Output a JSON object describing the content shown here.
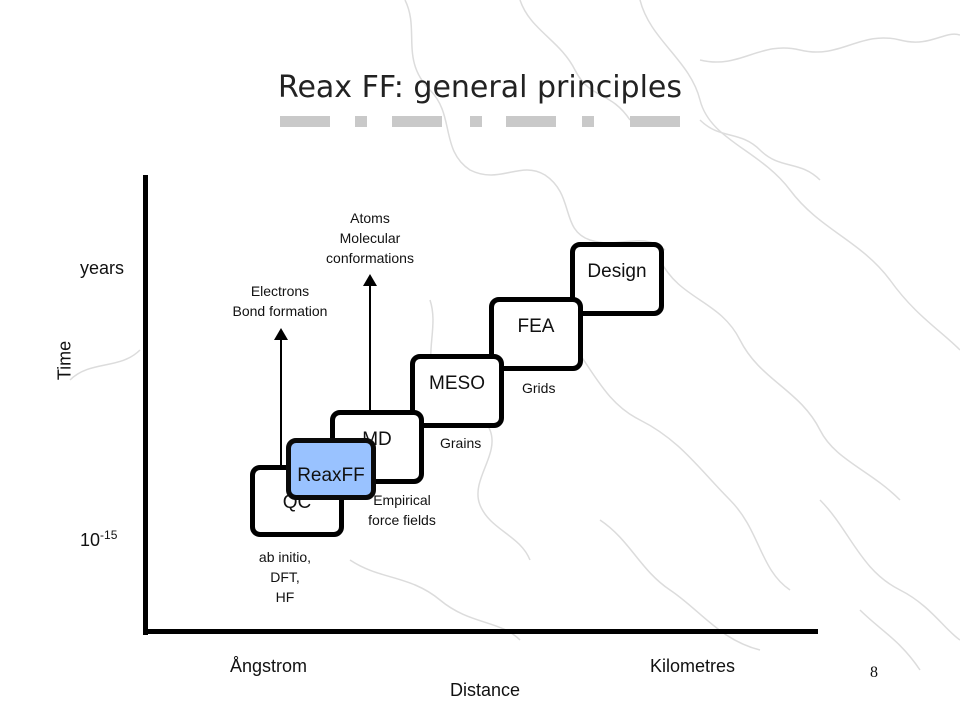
{
  "slide": {
    "title": "Reax FF: general principles",
    "page_number": "8"
  },
  "axes": {
    "y_label": "Time",
    "y_top": "years",
    "y_bottom_base": "10",
    "y_bottom_exp": "-15",
    "x_label": "Distance",
    "x_left": "Ångstrom",
    "x_right": "Kilometres"
  },
  "boxes": {
    "qc": "QC",
    "md": "MD",
    "meso": "MESO",
    "fea": "FEA",
    "design": "Design",
    "reaxff": "ReaxFF"
  },
  "notes": {
    "electrons_1": "Electrons",
    "electrons_2": "Bond formation",
    "atoms_1": "Atoms",
    "atoms_2": "Molecular",
    "atoms_3": "conformations",
    "abinitio_1": "ab initio,",
    "abinitio_2": "DFT,",
    "abinitio_3": "HF",
    "empirical_1": "Empirical",
    "empirical_2": "force fields",
    "grains": "Grains",
    "grids": "Grids"
  },
  "colors": {
    "reaxff_fill": "#99c2ff",
    "map_line": "#d8d8d8"
  }
}
